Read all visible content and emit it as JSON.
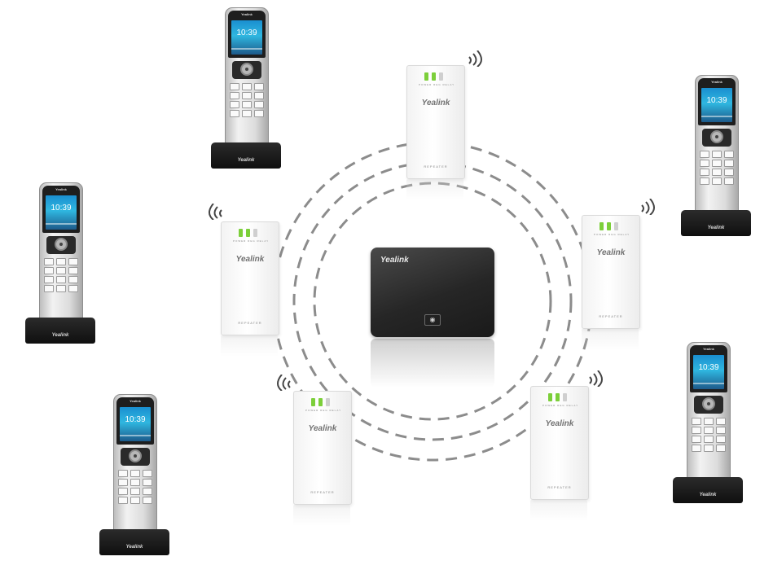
{
  "brand": "Yealink",
  "base_station": {
    "brand": "Yealink",
    "page_icon": "◉"
  },
  "repeaters": [
    {
      "id": "top",
      "brand": "Yealink",
      "footer": "REPEATER",
      "led_labels": "POWER REG RELAY"
    },
    {
      "id": "left",
      "brand": "Yealink",
      "footer": "REPEATER",
      "led_labels": "POWER REG RELAY"
    },
    {
      "id": "right",
      "brand": "Yealink",
      "footer": "REPEATER",
      "led_labels": "POWER REG RELAY"
    },
    {
      "id": "bottom-left",
      "brand": "Yealink",
      "footer": "REPEATER",
      "led_labels": "POWER REG RELAY"
    },
    {
      "id": "bottom-right",
      "brand": "Yealink",
      "footer": "REPEATER",
      "led_labels": "POWER REG RELAY"
    }
  ],
  "handsets": [
    {
      "id": "top-left",
      "brand": "Yealink",
      "time": "10:39",
      "cradle_brand": "Yealink"
    },
    {
      "id": "left",
      "brand": "Yealink",
      "time": "10:39",
      "cradle_brand": "Yealink"
    },
    {
      "id": "bottom-left",
      "brand": "Yealink",
      "time": "10:39",
      "cradle_brand": "Yealink"
    },
    {
      "id": "top-right",
      "brand": "Yealink",
      "time": "10:39",
      "cradle_brand": "Yealink"
    },
    {
      "id": "bottom-right",
      "brand": "Yealink",
      "time": "10:39",
      "cradle_brand": "Yealink"
    }
  ],
  "colors": {
    "led_green": "#7ccf3a",
    "screen_blue": "#1a8fd0",
    "base_dark": "#262626"
  }
}
